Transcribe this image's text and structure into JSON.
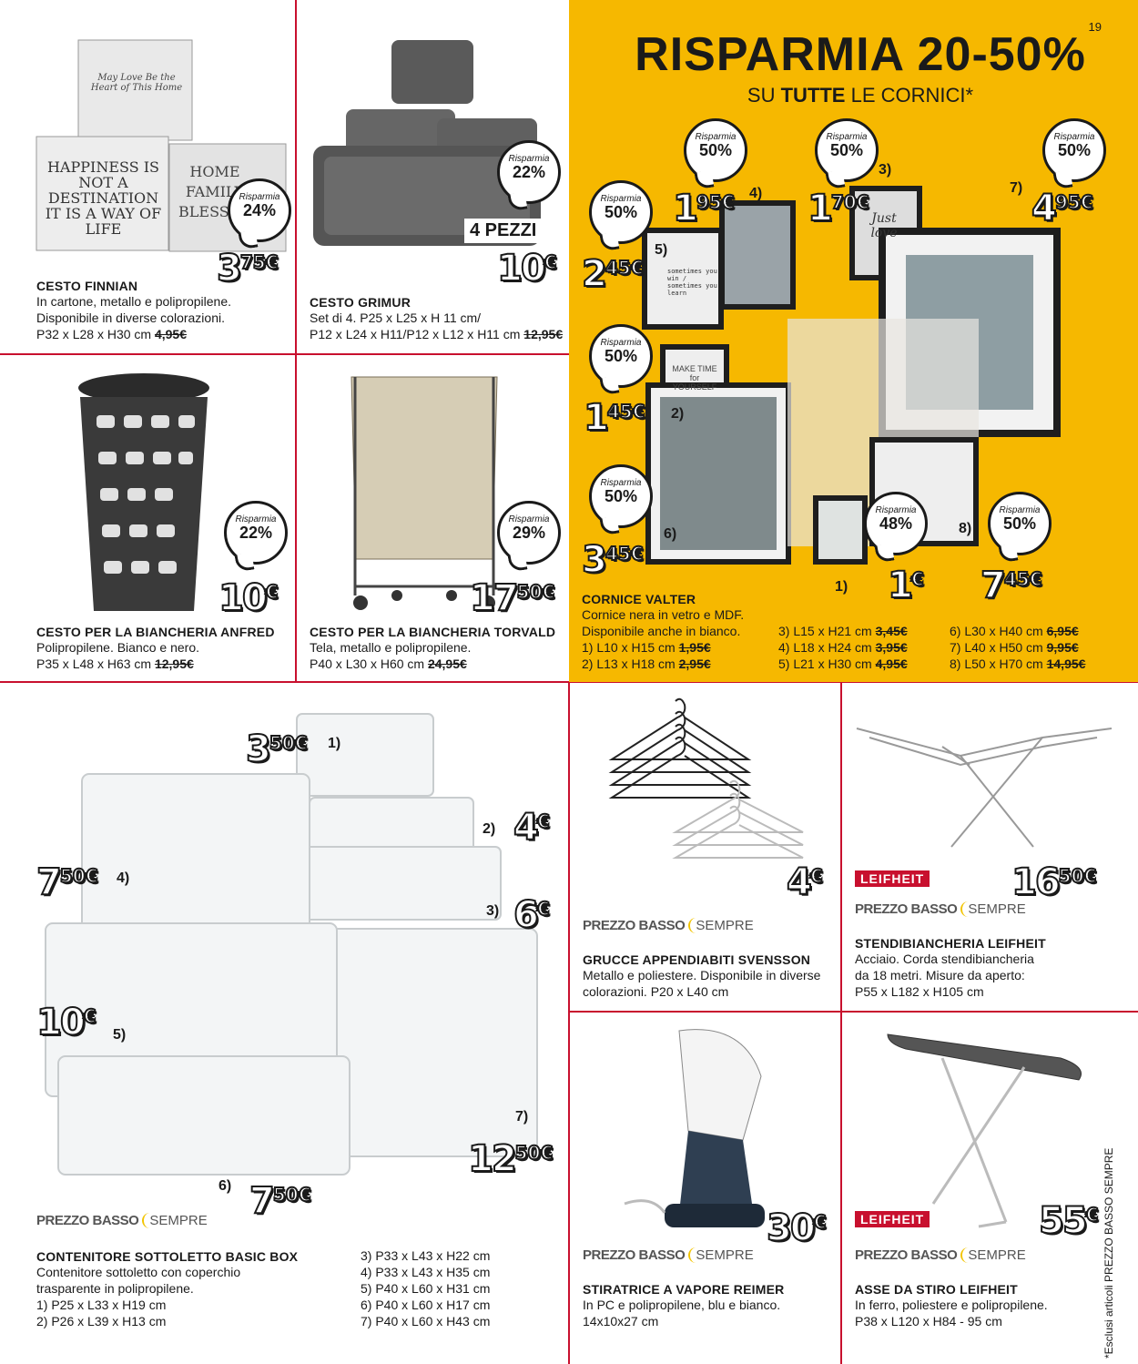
{
  "page_number": "19",
  "banner": {
    "headline": "RISPARMIA 20-50%",
    "sub_pre": "SU ",
    "sub_bold": "TUTTE",
    "sub_post": " LE CORNICI*"
  },
  "bubble_label": "Risparmia",
  "footnote": "*Esclusi articoli PREZZO BASSO SEMPRE",
  "pbs": {
    "bold": "PREZZO BASSO",
    "rest": "SEMPRE"
  },
  "leifheit": "LEIFHEIT",
  "finnian": {
    "title": "CESTO FINNIAN",
    "desc1": "In cartone, metallo e polipropilene.",
    "desc2": "Disponibile in diverse colorazioni.",
    "dims": "P32 x L28 x H30 cm ",
    "old": "4,95€",
    "save": "24%",
    "price_int": "3",
    "price_dec": "75",
    "box_text1": "May Love Be the Heart of This Home",
    "box_text2": "HAPPINESS IS NOT A DESTINATION IT IS A WAY OF LIFE",
    "box_text3": "HOME FAMILY BLESSED"
  },
  "grimur": {
    "title": "CESTO GRIMUR",
    "desc1": "Set di 4. P25 x L25 x H 11 cm/",
    "desc2": "P12 x L24 x H11/P12 x L12 x H11 cm ",
    "old": "12,95€",
    "save": "22%",
    "tag": "4 PEZZI",
    "price_int": "10",
    "price_dec": ""
  },
  "anfred": {
    "title": "CESTO PER LA BIANCHERIA ANFRED",
    "desc1": "Polipropilene. Bianco e nero.",
    "dims": "P35 x L48 x H63 cm ",
    "old": "12,95€",
    "save": "22%",
    "price_int": "10",
    "price_dec": ""
  },
  "torvald": {
    "title": "CESTO PER LA BIANCHERIA TORVALD",
    "desc1": "Tela, metallo e polipropilene.",
    "dims": "P40 x L30 x H60 cm ",
    "old": "24,95€",
    "save": "29%",
    "price_int": "17",
    "price_dec": "50"
  },
  "valter": {
    "title": "CORNICE VALTER",
    "desc1": "Cornice nera in vetro e MDF.",
    "desc2": "Disponibile anche in bianco.",
    "sizes_col1": [
      {
        "t": "1) L10 x H15 cm ",
        "o": "1,95€"
      },
      {
        "t": "2) L13 x H18 cm ",
        "o": "2,95€"
      }
    ],
    "sizes_col2": [
      {
        "t": "3) L15 x H21 cm ",
        "o": "3,45€"
      },
      {
        "t": "4) L18 x H24 cm ",
        "o": "3,95€"
      },
      {
        "t": "5) L21 x H30 cm ",
        "o": "4,95€"
      }
    ],
    "sizes_col3": [
      {
        "t": "6) L30 x H40 cm ",
        "o": "6,95€"
      },
      {
        "t": "7) L40 x H50 cm ",
        "o": "9,95€"
      },
      {
        "t": "8) L50 x H70 cm ",
        "o": "14,95€"
      }
    ],
    "saves": [
      "50%",
      "50%",
      "50%",
      "50%",
      "50%",
      "50%",
      "48%",
      "50%"
    ],
    "prices": [
      {
        "n": "1)",
        "i": "1",
        "d": ""
      },
      {
        "n": "2)",
        "i": "1",
        "d": "45"
      },
      {
        "n": "3)",
        "i": "1",
        "d": "70"
      },
      {
        "n": "4)",
        "i": "1",
        "d": "95"
      },
      {
        "n": "5)",
        "i": "2",
        "d": "45"
      },
      {
        "n": "6)",
        "i": "3",
        "d": "45"
      },
      {
        "n": "7)",
        "i": "4",
        "d": "95"
      },
      {
        "n": "8)",
        "i": "7",
        "d": "45"
      }
    ],
    "frame_text_a": "sometimes you win / sometimes you learn",
    "frame_text_b": "MAKE TIME for YOURSELF",
    "frame_text_c": "Just love"
  },
  "basicbox": {
    "title": "CONTENITORE SOTTOLETTO BASIC BOX",
    "desc1": "Contenitore sottoletto con coperchio",
    "desc2": "trasparente in polipropilene.",
    "sizes_a": [
      "1) P25 x L33 x H19 cm",
      "2) P26 x L39 x H13 cm"
    ],
    "sizes_b": [
      "3) P33 x L43 x H22 cm",
      "4) P33 x L43 x H35 cm",
      "5) P40 x L60 x H31 cm",
      "6) P40 x L60 x H17 cm",
      "7) P40 x L60 x H43 cm"
    ],
    "prices": [
      {
        "n": "1)",
        "i": "3",
        "d": "50"
      },
      {
        "n": "2)",
        "i": "4",
        "d": ""
      },
      {
        "n": "3)",
        "i": "6",
        "d": ""
      },
      {
        "n": "4)",
        "i": "7",
        "d": "50"
      },
      {
        "n": "5)",
        "i": "10",
        "d": ""
      },
      {
        "n": "6)",
        "i": "7",
        "d": "50"
      },
      {
        "n": "7)",
        "i": "12",
        "d": "50"
      }
    ]
  },
  "svensson": {
    "title": "GRUCCE APPENDIABITI SVENSSON",
    "desc1": "Metallo e poliestere. Disponibile in diverse",
    "desc2": "colorazioni. P20 x L40 cm",
    "price_int": "4",
    "price_dec": ""
  },
  "stendi": {
    "title": "STENDIBIANCHERIA LEIFHEIT",
    "desc1": "Acciaio. Corda stendibiancheria",
    "desc2": "da 18 metri. Misure da aperto:",
    "desc3": "P55 x L182 x H105 cm",
    "price_int": "16",
    "price_dec": "50"
  },
  "reimer": {
    "title": "STIRATRICE A VAPORE REIMER",
    "desc1": "In PC e polipropilene, blu e bianco.",
    "desc2": "14x10x27 cm",
    "price_int": "30",
    "price_dec": ""
  },
  "asse": {
    "title": "ASSE DA STIRO LEIFHEIT",
    "desc1": "In ferro, poliestere e polipropilene.",
    "desc2": "P38 x L120 x H84 - 95 cm",
    "price_int": "55",
    "price_dec": ""
  }
}
